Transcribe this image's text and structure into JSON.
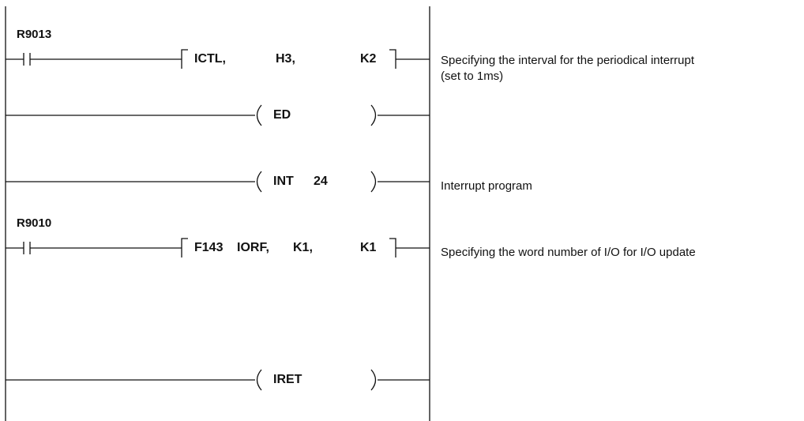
{
  "rungs": [
    {
      "contact": "R9013",
      "instruction": {
        "type": "function",
        "parts": [
          "ICTL,",
          "H3,",
          "K2"
        ]
      },
      "comment": [
        "Specifying the interval for the periodical interrupt",
        "(set to 1ms)"
      ]
    },
    {
      "instruction": {
        "type": "coil",
        "parts": [
          "ED"
        ]
      }
    },
    {
      "instruction": {
        "type": "coil",
        "parts": [
          "INT",
          "24"
        ]
      },
      "comment": [
        "Interrupt program"
      ]
    },
    {
      "contact": "R9010",
      "instruction": {
        "type": "function",
        "parts": [
          "F143",
          "IORF,",
          "K1,",
          "K1"
        ]
      },
      "comment": [
        "Specifying the word number of I/O for I/O update"
      ]
    },
    {
      "instruction": {
        "type": "coil",
        "parts": [
          "IRET"
        ]
      }
    }
  ]
}
